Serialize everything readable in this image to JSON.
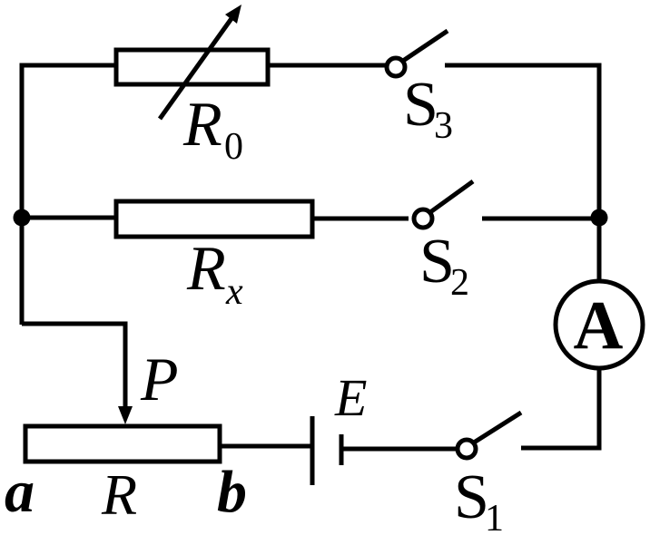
{
  "diagram": {
    "type": "electrical-circuit-schematic",
    "background_color": "#ffffff",
    "line_color": "#000000",
    "labels": {
      "r0": {
        "main": "R",
        "sub": "0"
      },
      "rx": {
        "main": "R",
        "sub": "x"
      },
      "s3": {
        "main": "S",
        "sub": "3"
      },
      "s2": {
        "main": "S",
        "sub": "2"
      },
      "s1": {
        "main": "S",
        "sub": "1"
      },
      "ammeter": "A",
      "battery": "E",
      "slider": "P",
      "rheostat": "R",
      "terminal_a": "a",
      "terminal_b": "b"
    }
  }
}
